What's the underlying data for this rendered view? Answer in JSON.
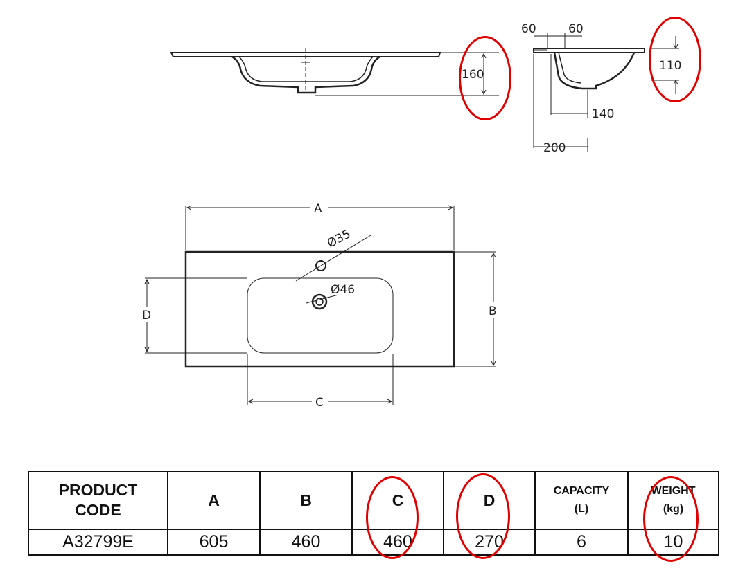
{
  "drawing": {
    "side_view_height": "160",
    "end_view": {
      "top_left": "60",
      "top_right": "60",
      "height": "110",
      "basin_depth": "140",
      "overall_depth": "200"
    },
    "plan_view": {
      "width_label": "A",
      "depth_label": "B",
      "bowl_width_label": "C",
      "bowl_depth_label": "D",
      "tap_hole": "Ø35",
      "waste_hole": "Ø46"
    }
  },
  "table": {
    "headers": [
      {
        "line1": "PRODUCT",
        "line2": "CODE"
      },
      {
        "line1": "A",
        "line2": ""
      },
      {
        "line1": "B",
        "line2": ""
      },
      {
        "line1": "C",
        "line2": ""
      },
      {
        "line1": "D",
        "line2": ""
      },
      {
        "line1": "CAPACITY",
        "line2": "(L)"
      },
      {
        "line1": "WEIGHT",
        "line2": "(kg)"
      }
    ],
    "row": [
      "A32799E",
      "605",
      "460",
      "460",
      "270",
      "6",
      "10"
    ]
  },
  "highlight_color": "#e00000"
}
